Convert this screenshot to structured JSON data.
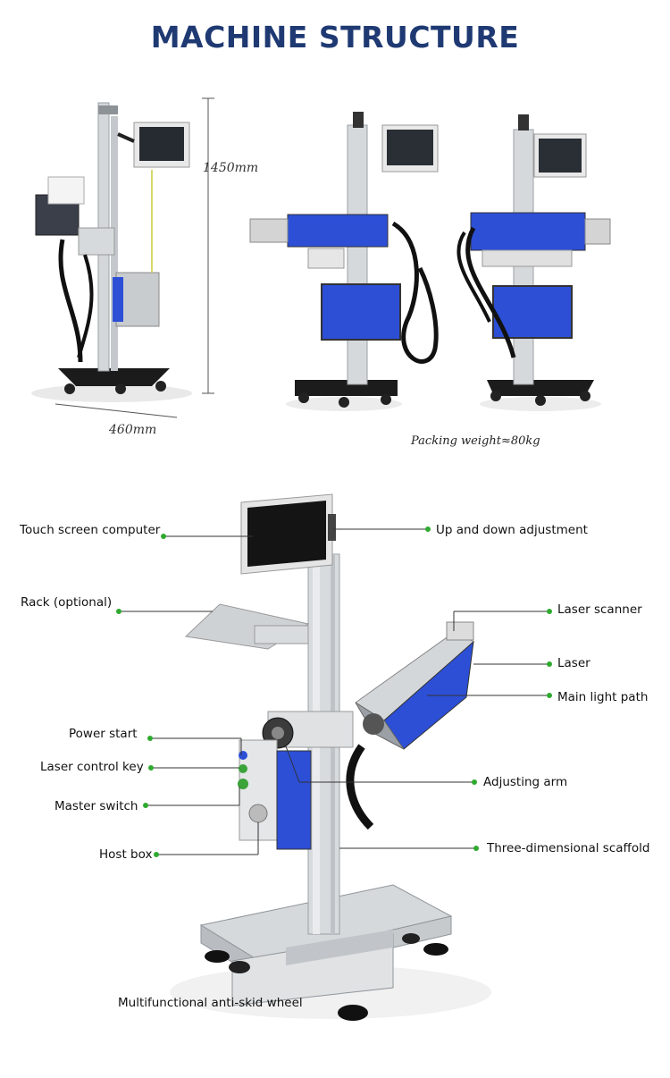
{
  "title": "MACHINE STRUCTURE",
  "dimensions": {
    "height": "1450mm",
    "width": "460mm",
    "packing": "Packing weight≈80kg"
  },
  "callouts": {
    "touch_screen": "Touch screen computer",
    "rack": "Rack (optional)",
    "power_start": "Power start",
    "laser_control_key": "Laser control key",
    "master_switch": "Master switch",
    "host_box": "Host box",
    "up_down": "Up and down adjustment",
    "laser_scanner": "Laser scanner",
    "laser": "Laser",
    "main_light_path": "Main light path",
    "adjusting_arm": "Adjusting arm",
    "scaffold": "Three-dimensional scaffold",
    "wheel": "Multifunctional anti-skid wheel"
  },
  "colors": {
    "title": "#1f3a73",
    "callout_dot": "#2faa2f",
    "panel_blue": "#2c4fd6",
    "aluminum": "#d9dcdf"
  }
}
